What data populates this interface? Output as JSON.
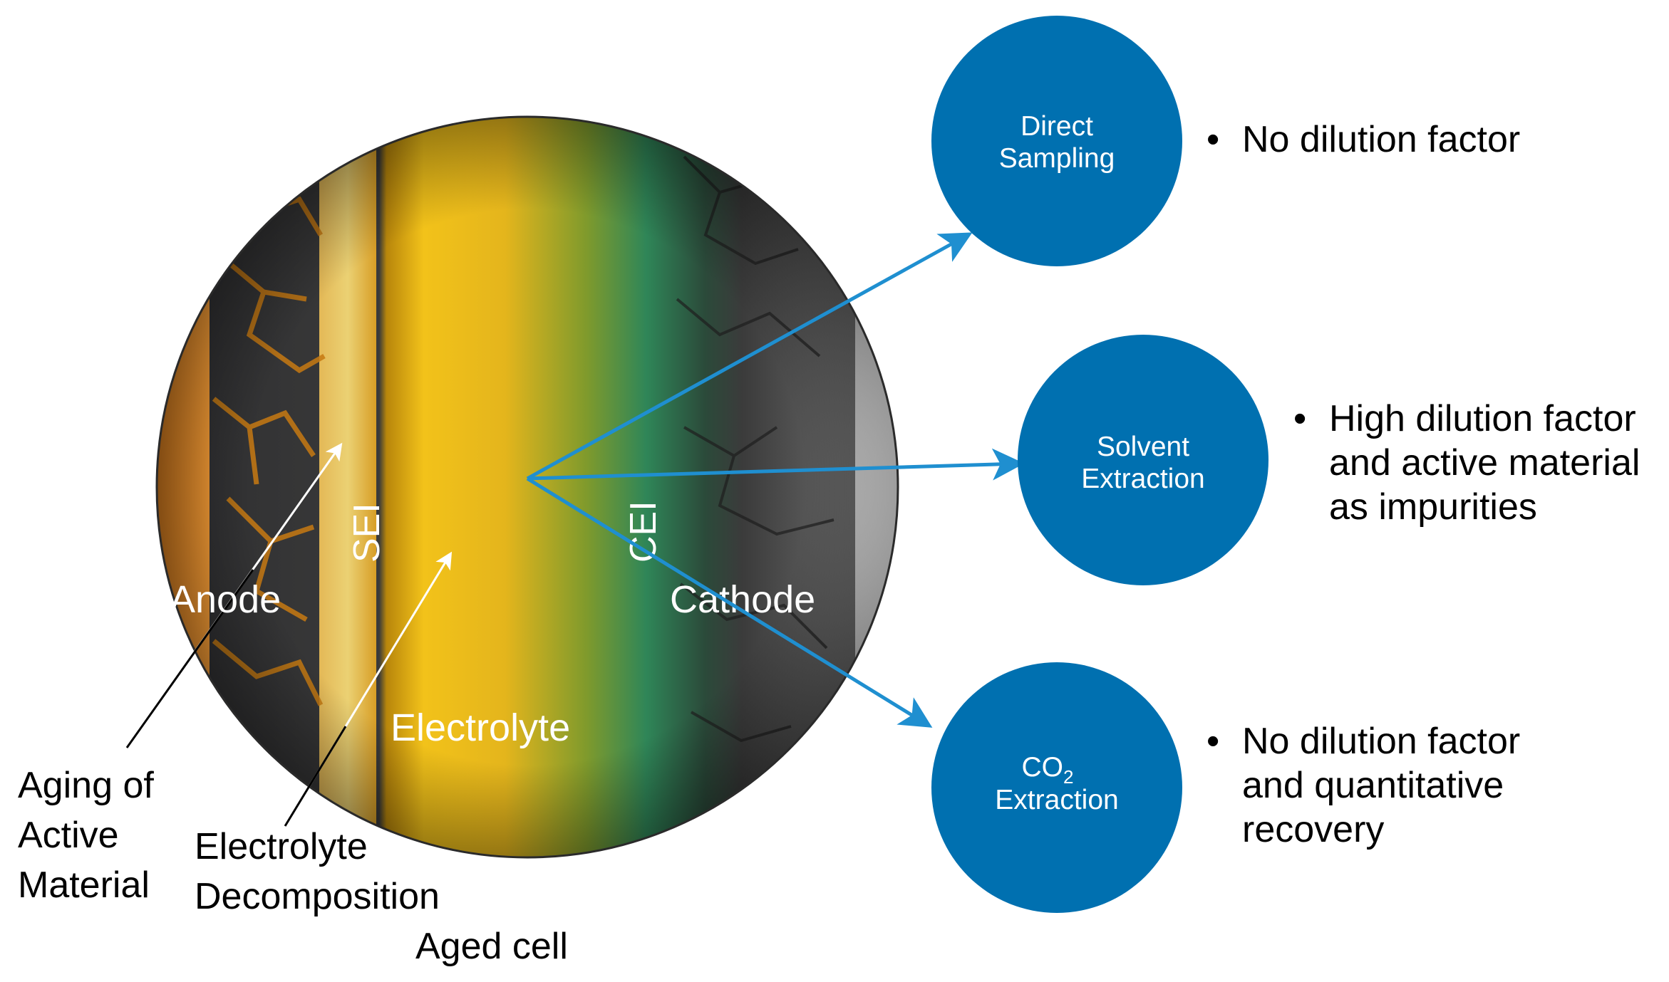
{
  "cell": {
    "title": "Aged cell",
    "regions": {
      "anode": "Anode",
      "sei": "SEI",
      "electrolyte": "Electrolyte",
      "cei": "CEI",
      "cathode": "Cathode"
    }
  },
  "callouts": {
    "aging_line1": "Aging of",
    "aging_line2": "Active",
    "aging_line3": "Material",
    "decomp_line1": "Electrolyte",
    "decomp_line2": "Decomposition"
  },
  "methods": [
    {
      "id": "direct",
      "label_line1": "Direct",
      "label_line2": "Sampling",
      "bullet_lines": [
        "No dilution factor"
      ]
    },
    {
      "id": "solvent",
      "label_line1": "Solvent",
      "label_line2": "Extraction",
      "bullet_lines": [
        "High dilution factor",
        "and active material",
        "as impurities"
      ]
    },
    {
      "id": "co2",
      "label_line1_main": "CO",
      "label_line1_sub": "2",
      "label_line2": "Extraction",
      "bullet_lines": [
        "No dilution factor",
        "and quantitative",
        "recovery"
      ]
    }
  ],
  "bullet_glyph": "•",
  "colors": {
    "method_circle": "#0070b0",
    "arrow": "#1f8fd0",
    "anode_metal": "#e58a2a",
    "electrolyte_yellow": "#e3b21a",
    "electrolyte_green": "#2f8a58",
    "cathode_grey": "#5f5f5f"
  }
}
